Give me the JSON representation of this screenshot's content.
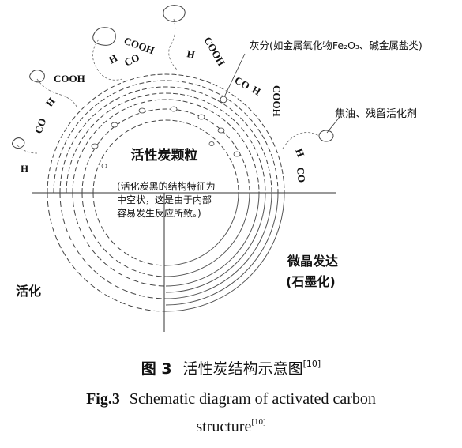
{
  "figure": {
    "center_label": "活性炭颗粒",
    "center_note": [
      "(活化炭黑的结构特征为",
      "中空状，这是由于内部",
      "容易发生反应所致。)"
    ],
    "ash_label": "灰分(如金属氧化物Fe₂O₃、碱金属盐类)",
    "tar_label": "焦油、残留活化剂",
    "activation_label": "活化",
    "graphitization_label": [
      "微晶发达",
      "(石墨化)"
    ],
    "groups": {
      "h_left": "H",
      "co_left": "CO",
      "h_upper_left": "H",
      "cooh_left": "COOH",
      "h_top1": "H",
      "co_top1": "CO",
      "cooh_top1": "COOH",
      "h_top2": "H",
      "cooh_top2": "COOH",
      "coh_right1": "CO",
      "coh_right1_h": "H",
      "cooh_right": "COOH",
      "h_right": "H",
      "co_right": "CO"
    }
  },
  "caption": {
    "zh_number": "图 3",
    "zh_title": "活性炭结构示意图",
    "zh_ref": "[10]",
    "en_number": "Fig.3",
    "en_title_line1": "Schematic diagram of activated carbon",
    "en_title_line2": "structure",
    "en_ref": "[10]"
  }
}
